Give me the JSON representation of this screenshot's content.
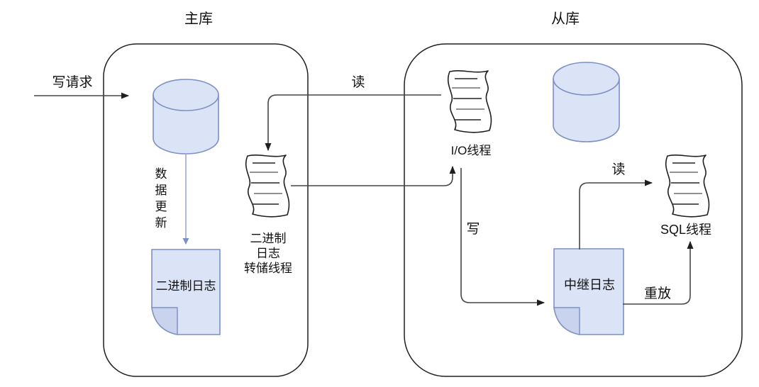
{
  "diagram": {
    "master": {
      "title": "主库",
      "database_icon": "database-cylinder",
      "binlog_doc_label": "二进制日志",
      "binlog_doc_icon": "note-document-folded-corner",
      "dump_thread_icon": "scroll-paper",
      "dump_thread_label_lines": [
        "二进制",
        "日志",
        "转储线程"
      ]
    },
    "slave": {
      "title": "从库",
      "database_icon": "database-cylinder",
      "io_thread_label": "I/O线程",
      "io_thread_icon": "scroll-paper",
      "sql_thread_label": "SQL线程",
      "sql_thread_icon": "scroll-paper",
      "relay_log_doc_label": "中继日志",
      "relay_log_doc_icon": "note-document-folded-corner"
    },
    "connections": {
      "write_request": "写请求",
      "read_binlog": "读",
      "data_update": "数据更新",
      "write_relay": "写",
      "read_relay": "读",
      "replay": "重放"
    },
    "colors": {
      "shape_fill": "#dbe3f7",
      "shape_stroke": "#7d90c4",
      "fold_fill": "#c9d3ee",
      "connector_line": "#474747",
      "outline": "#1f1f1f",
      "text": "#111111",
      "background": "#ffffff"
    }
  }
}
